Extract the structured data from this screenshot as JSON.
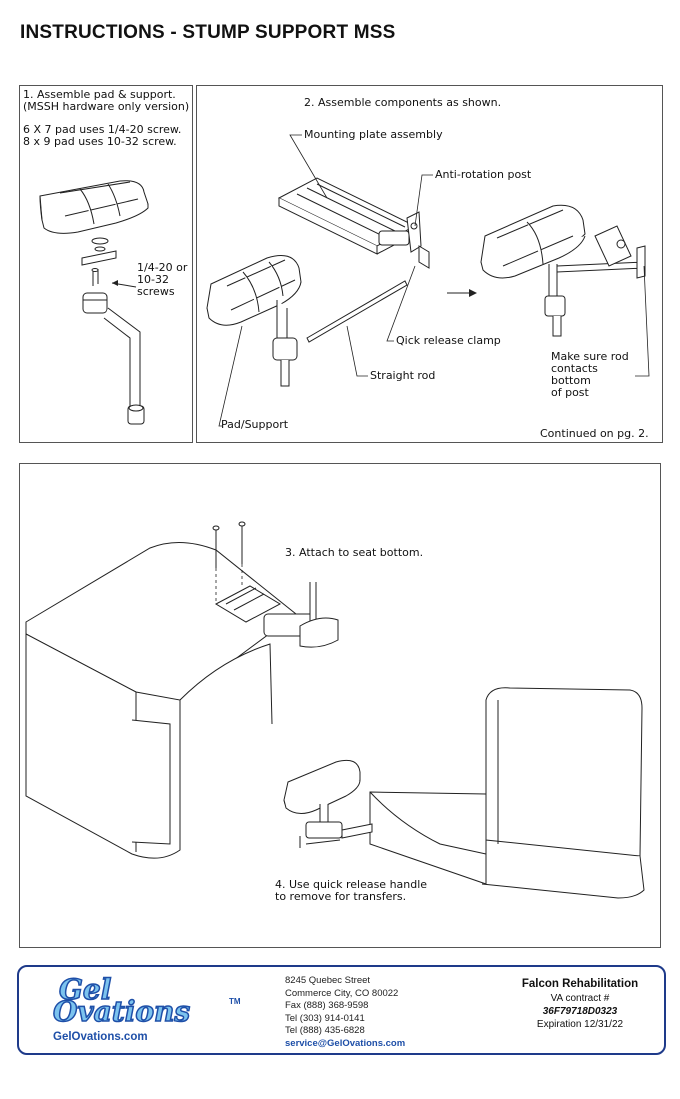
{
  "title": "INSTRUCTIONS - STUMP SUPPORT MSS",
  "step1": {
    "line1": "1.     Assemble pad & support.",
    "line2": "(MSSH hardware only version)",
    "line3": "6 X 7 pad uses 1/4-20 screw.",
    "line4": "8 x 9 pad uses 10-32 screw.",
    "screws1": "1/4-20 or",
    "screws2": "10-32",
    "screws3": "screws"
  },
  "step2": {
    "heading": "2. Assemble components as shown.",
    "mounting_plate": "Mounting plate assembly",
    "anti_rotation": "Anti-rotation post",
    "clamp": "Qick release clamp",
    "rod": "Straight rod",
    "pad": "Pad/Support",
    "make_sure1": "Make sure rod",
    "make_sure2": "contacts",
    "make_sure3": "bottom",
    "make_sure4": "of post",
    "continued": "Continued on pg. 2."
  },
  "step3": {
    "attach": "3. Attach to seat bottom.",
    "release1": "4. Use quick release handle",
    "release2": "to remove for transfers."
  },
  "footer": {
    "logo1": "Gel",
    "logo2": "Ovations",
    "tm": "TM",
    "website": "GelOvations.com",
    "address1": "8245 Quebec Street",
    "address2": "Commerce City, CO 80022",
    "fax": "Fax  (888) 368-9598",
    "tel1": "Tel   (303) 914-0141",
    "tel2": "Tel   (888) 435-6828",
    "email": "service@GelOvations.com",
    "company": "Falcon Rehabilitation",
    "contract_label": "VA contract #",
    "contract_no": "36F79718D0323",
    "expiration": "Expiration 12/31/22"
  },
  "colors": {
    "brand_blue": "#1e4fa8",
    "logo_fill": "#7cc3ee"
  }
}
